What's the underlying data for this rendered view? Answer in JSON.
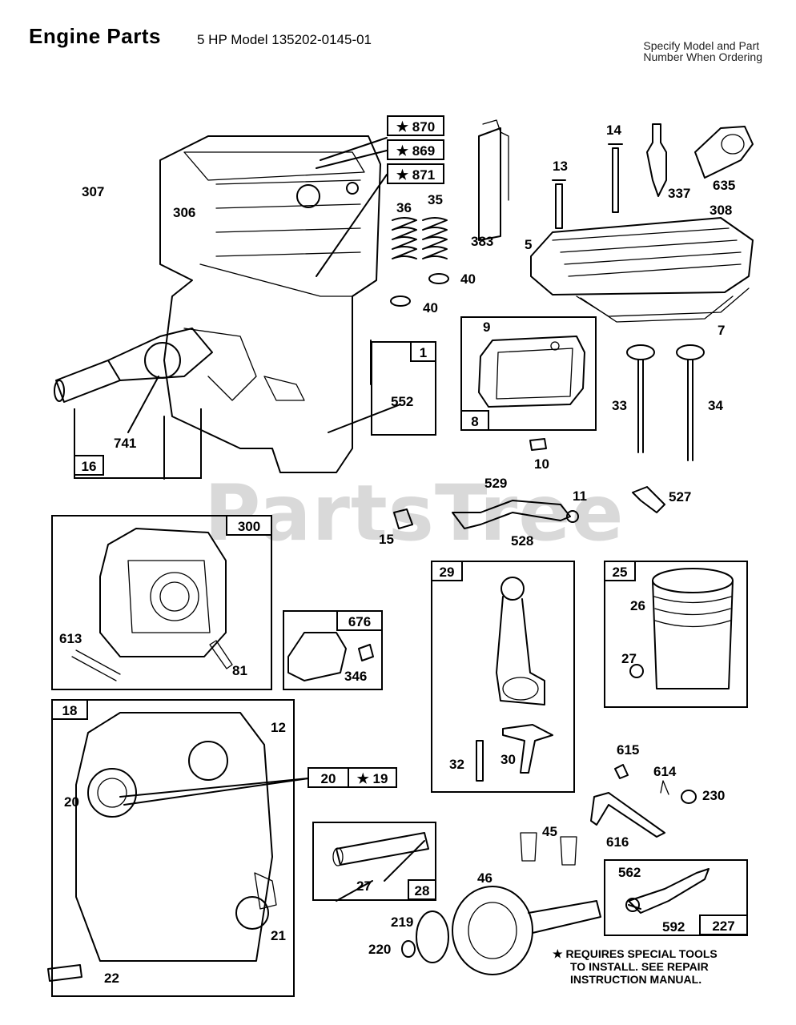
{
  "header": {
    "title": "Engine Parts",
    "subtitle": "5 HP Model 135202-0145-01",
    "note_line1": "Specify Model and Part",
    "note_line2": "Number When Ordering"
  },
  "watermark": "PartsTree",
  "footnote": {
    "star": "★",
    "line1": "REQUIRES SPECIAL TOOLS",
    "line2": "TO INSTALL. SEE REPAIR",
    "line3": "INSTRUCTION MANUAL."
  },
  "parts": {
    "p307": "307",
    "p306": "306",
    "p36": "36",
    "p35": "35",
    "p40a": "40",
    "p40b": "40",
    "p383": "383",
    "p13": "13",
    "p14": "14",
    "p337": "337",
    "p635": "635",
    "p308": "308",
    "p5": "5",
    "p7": "7",
    "p9": "9",
    "p33": "33",
    "p34": "34",
    "p10": "10",
    "p741": "741",
    "p552": "552",
    "p529": "529",
    "p11": "11",
    "p527": "527",
    "p15": "15",
    "p528": "528",
    "p613": "613",
    "p81": "81",
    "p346": "346",
    "p26": "26",
    "p27a": "27",
    "p12": "12",
    "p20a": "20",
    "p32": "32",
    "p30": "30",
    "p615": "615",
    "p614": "614",
    "p230": "230",
    "p45": "45",
    "p616": "616",
    "p562": "562",
    "p592": "592",
    "p46": "46",
    "p27b": "27",
    "p219": "219",
    "p220": "220",
    "p21": "21",
    "p22": "22"
  },
  "boxed": {
    "b870": "★ 870",
    "b869": "★ 869",
    "b871": "★ 871",
    "b1": "1",
    "b8": "8",
    "b16": "16",
    "b300": "300",
    "b676": "676",
    "b29": "29",
    "b25": "25",
    "b18": "18",
    "b20": "20",
    "b19": "★ 19",
    "b28": "28",
    "b227": "227"
  }
}
